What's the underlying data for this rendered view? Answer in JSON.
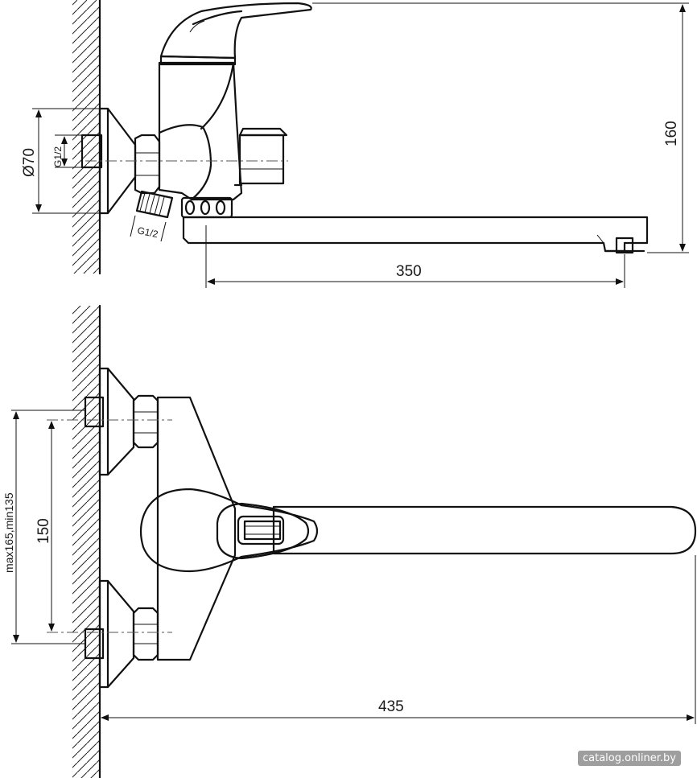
{
  "side_view": {
    "dim_diameter": "Ø70",
    "dim_thread_inlet": "G1/2",
    "dim_thread_outlet": "G1/2",
    "dim_height": "160",
    "dim_spout_reach": "350"
  },
  "top_view": {
    "dim_adjust_range": "max165,min135",
    "dim_center_distance": "150",
    "dim_total_length": "435"
  },
  "watermark": "catalog.onliner.by"
}
